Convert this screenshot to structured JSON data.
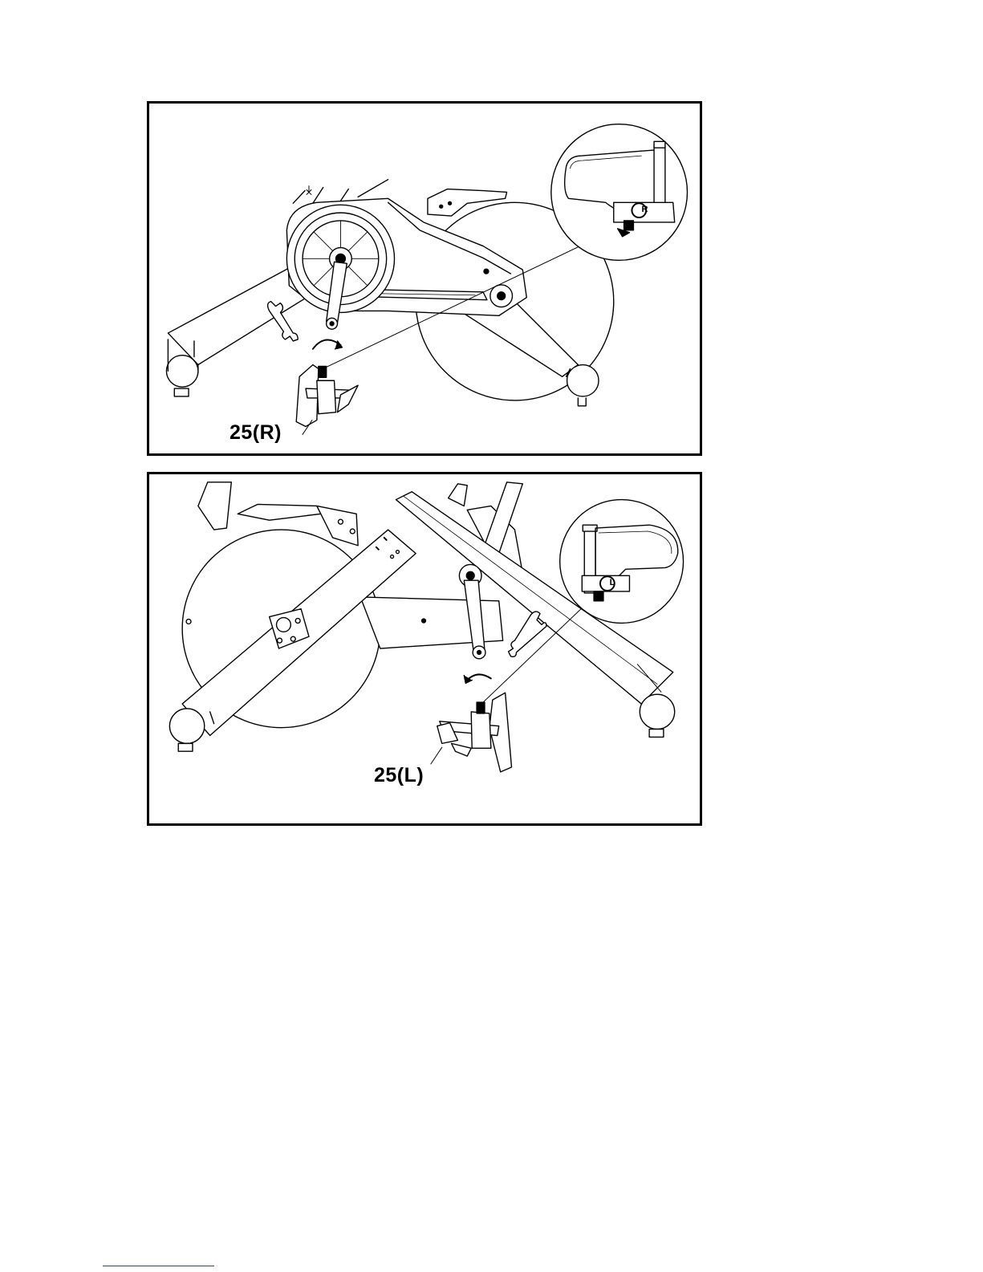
{
  "panels": {
    "top": {
      "part_label": "25(R)",
      "inset_letter": "R"
    },
    "bottom": {
      "part_label": "25(L)",
      "inset_letter": "L"
    }
  },
  "colors": {
    "line": "#000000",
    "background": "#ffffff",
    "footer_link": "#2a3cd6"
  }
}
